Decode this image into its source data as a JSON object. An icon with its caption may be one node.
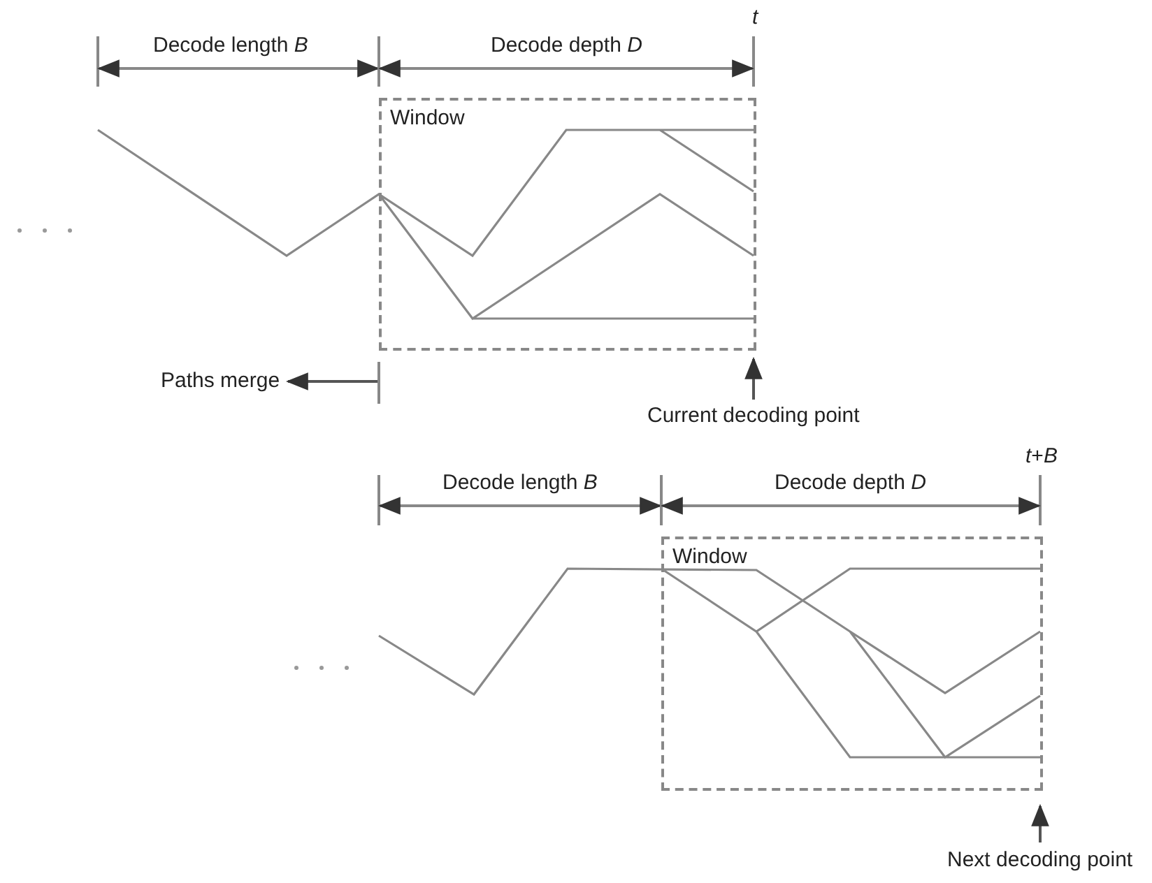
{
  "diagram": {
    "nodes": [
      {
        "text": [
          "Window"
        ]
      },
      {
        "text": [
          "Window"
        ]
      }
    ],
    "edges": [],
    "labels": [
      "Decode length *B*",
      "Decode depth *D*",
      "*t*",
      "Paths merge",
      "Current decoding point",
      "*t*+*B*",
      "Decode length *B*",
      "Decode depth *D*",
      "Next decoding point"
    ]
  }
}
